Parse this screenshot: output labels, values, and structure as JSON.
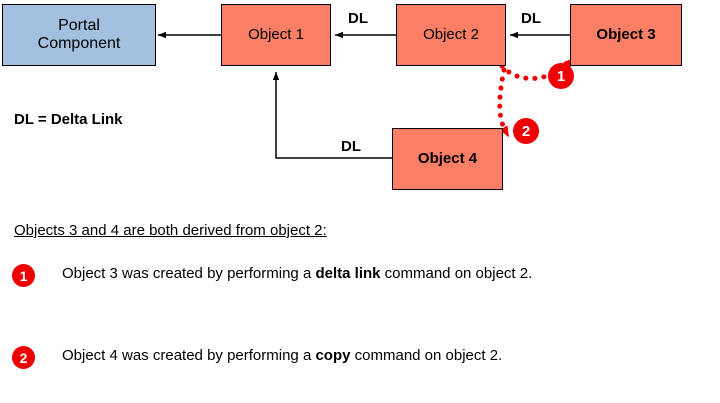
{
  "diagram": {
    "title": "Delta link and copy derivation diagram",
    "colors": {
      "portal_fill": "#a3c0e0",
      "object_fill": "#fa7f66",
      "badge_red": "#ee0000",
      "stroke": "#000000",
      "background": "#ffffff"
    },
    "nodes": [
      {
        "id": "portal",
        "label": "Portal\nComponent",
        "line1": "Portal",
        "line2": "Component"
      },
      {
        "id": "object1",
        "label": "Object 1"
      },
      {
        "id": "object2",
        "label": "Object 2"
      },
      {
        "id": "object3",
        "label": "Object 3"
      },
      {
        "id": "object4",
        "label": "Object 4"
      }
    ],
    "edge_labels": [
      {
        "id": "dl-1",
        "text": "DL"
      },
      {
        "id": "dl-2",
        "text": "DL"
      },
      {
        "id": "dl-3",
        "text": "DL"
      }
    ],
    "legend": "DL = Delta Link",
    "badges": [
      {
        "id": "diagram-badge-1",
        "text": "1"
      },
      {
        "id": "diagram-badge-2",
        "text": "2"
      }
    ]
  },
  "notes": {
    "heading": "Objects 3 and 4 are both derived from object 2:",
    "items": [
      {
        "badge": "1",
        "prefix": "Object 3 was created by performing a ",
        "emphasis": "delta link",
        "suffix": " command on object 2."
      },
      {
        "badge": "2",
        "prefix": "Object 4 was created by performing a ",
        "emphasis": "copy",
        "suffix": " command on object 2."
      }
    ]
  }
}
